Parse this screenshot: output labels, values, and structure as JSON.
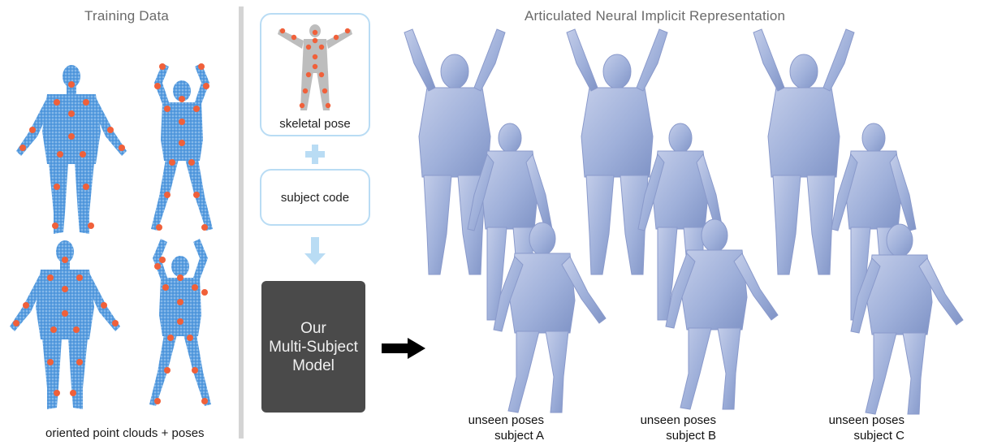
{
  "left_panel": {
    "title": "Training Data",
    "caption": "oriented point clouds + poses"
  },
  "pipeline": {
    "pose_box_label": "skeletal pose",
    "code_box_label": "subject code",
    "model_box_label": "Our\nMulti-Subject\nModel"
  },
  "right_panel": {
    "title": "Articulated Neural Implicit Representation",
    "subjects": [
      {
        "label_line1": "unseen poses",
        "label_line2": "subject A"
      },
      {
        "label_line1": "unseen poses",
        "label_line2": "subject B"
      },
      {
        "label_line1": "unseen poses",
        "label_line2": "subject C"
      }
    ]
  },
  "colors": {
    "pointcloud": "#5b9fe0",
    "joint": "#f0603a",
    "mesh": "#a9b8dc",
    "box_border": "#b9dcf4",
    "model_fill": "#4a4a4a",
    "divider": "#d4d4d4"
  }
}
